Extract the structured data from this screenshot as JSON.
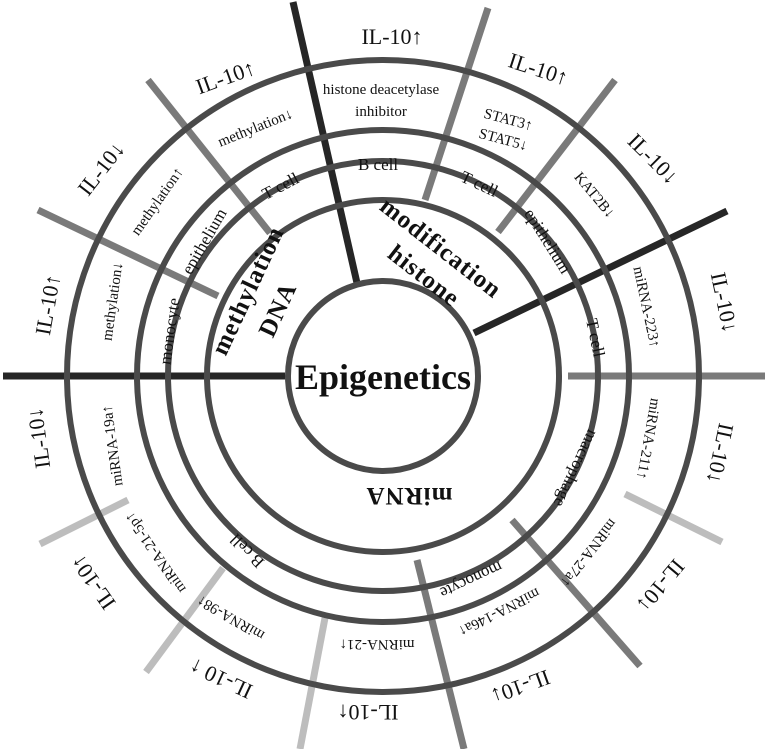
{
  "center_label": "Epigenetics",
  "colors": {
    "ring": "#4a4a4a",
    "main_divider": "#262626",
    "divider_mid": "#7a7a7a",
    "divider_light": "#bdbdbd"
  },
  "categories": {
    "dna_methylation": [
      "methylation",
      "DNA"
    ],
    "histone_modification": [
      "modification",
      "histone"
    ],
    "mirna": "miRNA"
  },
  "cells": {
    "dna_monocyte_epithelium": [
      "monocyte",
      "epithelium"
    ],
    "dna_t_cell": "T cell",
    "histone_b_cell": "B cell",
    "histone_t_cell": "T cell",
    "histone_epithelium": "epithelium",
    "histone_t_cell_2": "T cell",
    "mirna_macrophage": "macrophage",
    "mirna_monocyte": "monocyte",
    "mirna_b_cell": "B cell"
  },
  "mechanisms": {
    "methylation_down": "methylation↓",
    "methylation_up": "methylation↑",
    "methylation_down_2": "methylation↓",
    "hdac_inhibitor": [
      "histone deacetylase",
      "inhibitor"
    ],
    "stat": [
      "STAT3↑",
      "STAT5↓"
    ],
    "kat2b": "KAT2B↓",
    "mir223": "miRNA-223↑",
    "mir211": "miRNA-211↑",
    "mir27a": "miRNA-27a↑",
    "mir146a": "miRNA-146a↑",
    "mir21": "miRNA-21↑",
    "mir98": "miRNA-98↑",
    "mir21_5p": "miRNA-21-5p↑",
    "mir19a": "miRNA-19a↑"
  },
  "outcomes": {
    "o_left": "IL-10↑",
    "o_upper_left": "IL-10↓",
    "o_top_left": "IL-10↑",
    "o_top": "IL-10↑",
    "o_top_right": "IL-10↑",
    "o_upper_right": "IL-10↓",
    "o_right_upper": "IL-10↓",
    "o_right": "IL-10↓",
    "o_right_lower": "IL-10↓",
    "o_bottom_right": "IL-10↓",
    "o_bottom": "IL-10↑",
    "o_bottom_left": "IL-10 ↑",
    "o_lower_left": "IL-10↑",
    "o_left_lower": "IL-10↓"
  }
}
